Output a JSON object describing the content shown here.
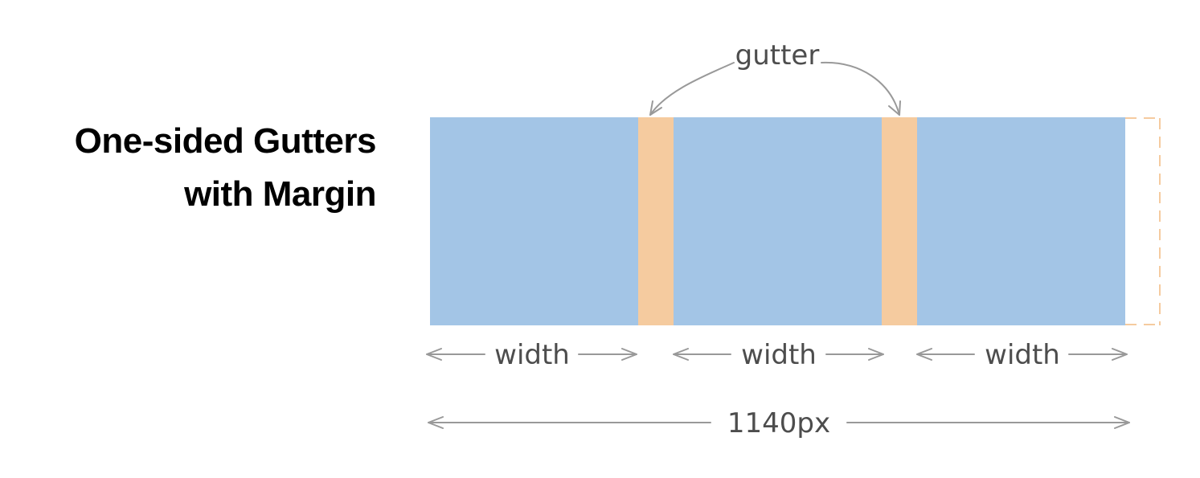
{
  "title": {
    "line1": "One-sided Gutters",
    "line2": "with Margin"
  },
  "callout": {
    "label": "gutter"
  },
  "columns": [
    {
      "label": "width"
    },
    {
      "label": "width"
    },
    {
      "label": "width"
    }
  ],
  "total": {
    "label": "1140px"
  },
  "colors": {
    "column": "#a3c5e6",
    "gutter": "#f5cb9f",
    "arrow": "#999999",
    "label_text": "#4d4d4d",
    "title_text": "#000000"
  }
}
